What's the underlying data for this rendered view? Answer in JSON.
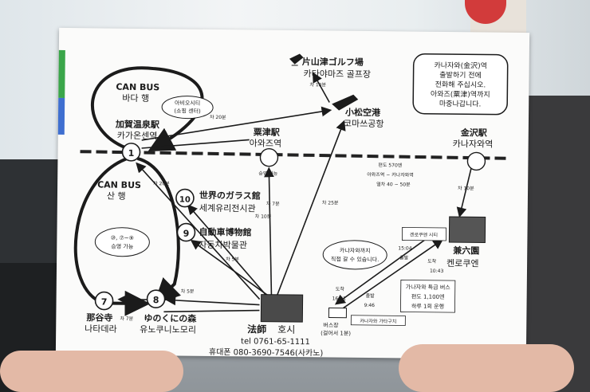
{
  "stations": {
    "s1": "1",
    "s7": "7",
    "s8": "8",
    "s9": "9",
    "s10": "10"
  },
  "places": {
    "bus_sea_a": "CAN BUS",
    "bus_sea_b": "바다 행",
    "bus_mtn_a": "CAN BUS",
    "bus_mtn_b": "산 행",
    "kaga_a": "加賀温泉駅",
    "kaga_b": "카가온센역",
    "kaga_note_a": "아비오시티",
    "kaga_note_b": "(쇼핑 센터)",
    "awazu_a": "粟津駅",
    "awazu_b": "아와즈역",
    "awazu_note": "승영 가능",
    "katayamazu_a": "片山津ゴルフ場",
    "katayamazu_b": "카타야마즈 골프장",
    "komatsu_a": "小松空港",
    "komatsu_b": "코마쓰공항",
    "kanazawa_a": "金沢駅",
    "kanazawa_b": "카나자와역",
    "glass_a": "世界のガラス館",
    "glass_b": "세계유리전시관",
    "car_a": "自動車博物館",
    "car_b": "자동차박물관",
    "nata_a": "那谷寺",
    "nata_b": "나타데라",
    "yunokuni_a": "ゆのくにの森",
    "yunokuni_b": "유노쿠니노모리",
    "hoshi_a": "法師",
    "hoshi_b": "호시",
    "kenroku_a": "兼六園",
    "kenroku_b": "켄로쿠엔",
    "oval_note_a": "⑩, ⑦~⑨",
    "oval_note_b": "승영 가능",
    "ride_note_a": "카나자와까지",
    "ride_note_b": "직접 갈 수 있습니다.",
    "kenroku_tag": "겐로쿠엔 시티",
    "busstop_tag": "카나자와 가타구치",
    "busstop_a": "버스장",
    "busstop_b": "(걸어서 1분)"
  },
  "notice": {
    "line1": "카나자와(金沢)역",
    "line2": "출발하기 전에",
    "line3": "전화해 주십시오.",
    "line4": "아와즈(粟津)역까지",
    "line5": "마중나갑니다."
  },
  "fares": {
    "title": "가나자와 특급 버스",
    "price": "편도 1,100엔",
    "daily": "하루 1회 운행"
  },
  "times": {
    "t20_a": "차 20분",
    "t20_b": "차 20분",
    "t10_golf": "차 10분",
    "t10_kanazawa": "차 10분",
    "t10_glass": "차 10분",
    "t7_awazu": "차 7분",
    "t25": "차 25분",
    "t5_car": "차 5분",
    "t5_yuno": "차 5분",
    "t7_nata": "차 7분",
    "rail_a": "편도 570엔",
    "rail_b": "아와즈역 ~ 카나자와역",
    "rail_c": "열차 40 ~ 50분",
    "dep_label": "출발",
    "dep_time": "15:04",
    "arr_label": "도착",
    "arr_time": "10:43",
    "arr2_label": "도착",
    "arr2_time": "16:01",
    "dep2_label": "출발",
    "dep2_time": "9:46"
  },
  "contact": {
    "tel": "tel 0761-65-1111",
    "mobile": "휴대폰 080-3690-7546(사카노)"
  }
}
